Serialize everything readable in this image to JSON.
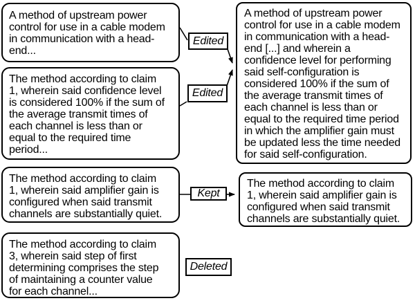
{
  "colors": {
    "ink": "#000000",
    "background": "#ffffff"
  },
  "boxes": {
    "left1": {
      "text": "A method of upstream power\ncontrol for use in a cable modem\nin communication with a head-\nend..."
    },
    "left2": {
      "text": "The method according to claim\n1, wherein said confidence level\nis considered 100% if the sum of\nthe average transmit times of\neach channel is less than or\nequal to the required time\nperiod..."
    },
    "left3": {
      "text": "The method according to claim\n1, wherein said amplifier gain is\nconfigured when said transmit\nchannels are substantially quiet."
    },
    "left4": {
      "text": "The method according to claim\n3, wherein said step of first\ndetermining comprises the step\nof maintaining a counter value\nfor each channel..."
    },
    "right1": {
      "text": "A method of upstream power\ncontrol for use in a cable modem\nin communication with a head-\nend [...] and wherein a\nconfidence level for performing\nsaid self-configuration is\nconsidered 100% if the sum of\nthe average transmit times of\neach channel is less than or\nequal to the required time period\nin which the amplifier gain must\nbe updated less the time needed\nfor said self-configuration."
    },
    "right3": {
      "text": "The method according to claim\n1, wherein said amplifier gain is\nconfigured when said transmit\nchannels are substantially quiet."
    }
  },
  "labels": {
    "edited1": "Edited",
    "edited2": "Edited",
    "kept": "Kept",
    "deleted": "Deleted"
  }
}
